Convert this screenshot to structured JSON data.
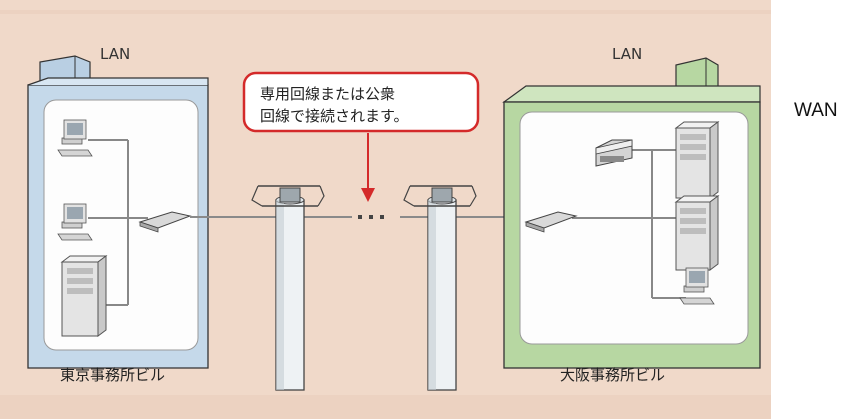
{
  "left_office": {
    "lan_label": "LAN",
    "building_label": "東京事務所ビル"
  },
  "right_office": {
    "lan_label": "LAN",
    "building_label": "大阪事務所ビル"
  },
  "callout": {
    "line1": "専用回線または公衆",
    "line2": "回線で接続されます。"
  },
  "side_label": "WAN",
  "colors": {
    "background": "#f0d9c9",
    "left_building": "#c5d9ea",
    "right_building": "#b7d7a2",
    "callout_border": "#d42a2a",
    "arrow": "#d42a2a"
  }
}
